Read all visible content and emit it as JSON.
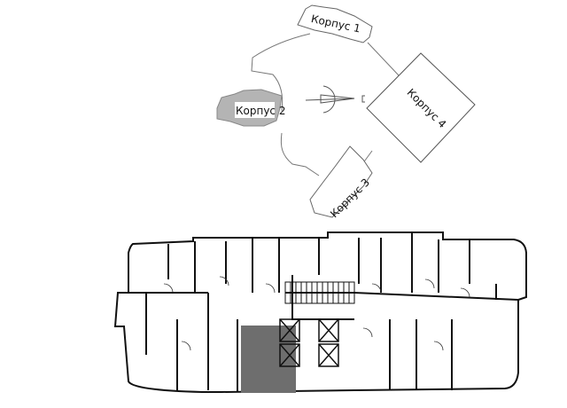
{
  "site_plan": {
    "cropped_title": "",
    "buildings": [
      {
        "id": "k1",
        "label": "Корпус 1",
        "selected": false
      },
      {
        "id": "k2",
        "label": "Корпус 2",
        "selected": true
      },
      {
        "id": "k3",
        "label": "Корпус 3",
        "selected": false
      },
      {
        "id": "k4",
        "label": "Корпус 4",
        "selected": false
      }
    ],
    "selected_color": "#b4b4b4",
    "north_arrow": "compass-arrow"
  },
  "floor_plan": {
    "highlighted_unit_color": "#6e6e6e",
    "wall_color": "#111111"
  }
}
